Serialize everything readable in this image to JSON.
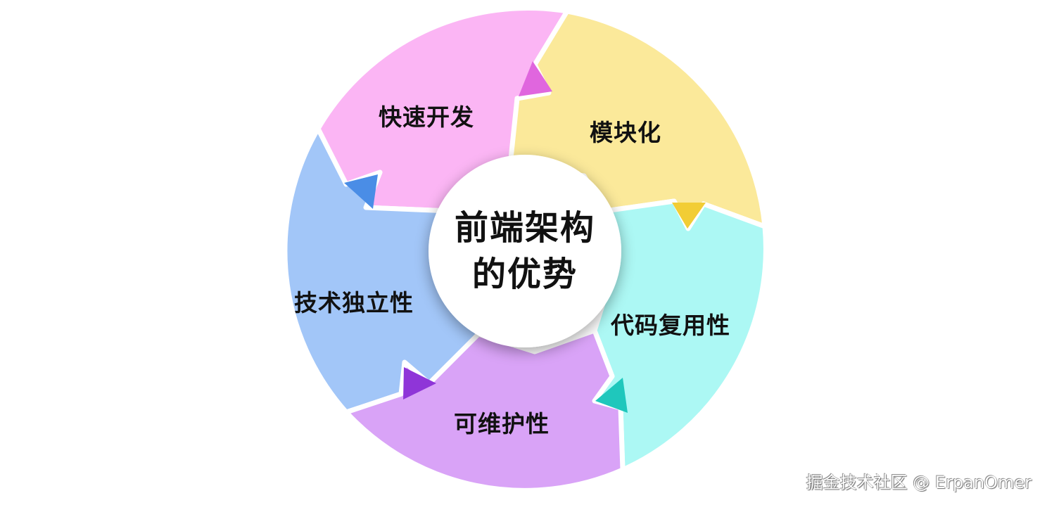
{
  "diagram": {
    "title_line1": "前端架构",
    "title_line2": "的优势",
    "segments": [
      {
        "label": "快速开发",
        "fill": "#fbb5f4",
        "arrow_color": "#e066de"
      },
      {
        "label": "模块化",
        "fill": "#fbe99a",
        "arrow_color": "#f2cd35"
      },
      {
        "label": "代码复用性",
        "fill": "#acf8f4",
        "arrow_color": "#1fc7bc"
      },
      {
        "label": "可维护性",
        "fill": "#d9a3f7",
        "arrow_color": "#8f35d8"
      },
      {
        "label": "技术独立性",
        "fill": "#a2c6f8",
        "arrow_color": "#4a8de6"
      }
    ],
    "center_fill": "#ffffff"
  },
  "watermark": "掘金技术社区 @ ErpanOmer"
}
